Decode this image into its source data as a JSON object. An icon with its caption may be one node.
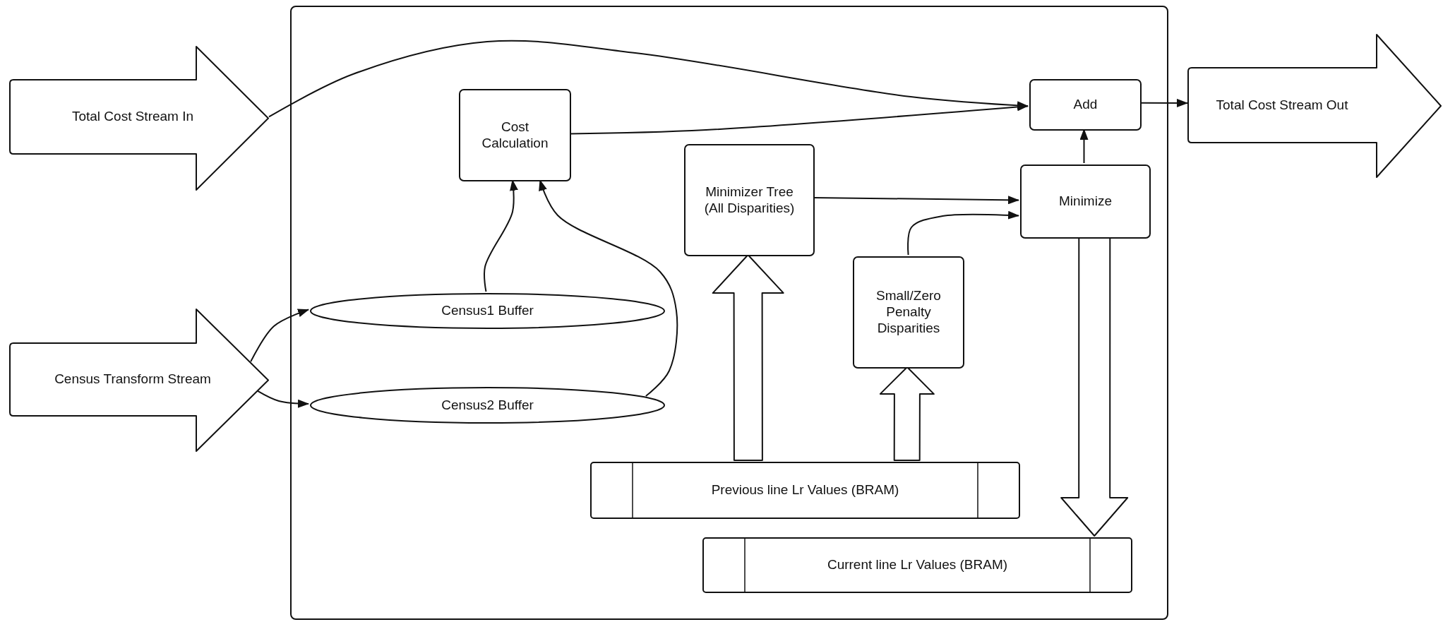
{
  "diagram": {
    "nodes": [
      {
        "text": [],
        "shape": "box"
      },
      {
        "text": [
          "Total Cost Stream In"
        ]
      },
      {
        "text": [
          "Cost Calculation"
        ],
        "in": 0
      },
      {
        "text": [
          "Add"
        ],
        "in": 0
      },
      {
        "text": [
          "Total Cost Stream Out"
        ]
      },
      {
        "text": [
          "Minimizer Tree (All Disparities)"
        ],
        "in": 0
      },
      {
        "text": [
          "Minimize"
        ],
        "in": 0
      },
      {
        "text": [
          "Small/Zero Penalty Disparities"
        ],
        "in": 0
      },
      {
        "text": [
          "Census1 Buffer"
        ],
        "in": 0
      },
      {
        "text": [
          "Census Transform Stream"
        ]
      },
      {
        "text": [
          "Census2 Buffer"
        ],
        "in": 0
      },
      {
        "text": [
          "Previous line Lr Values (BRAM)"
        ],
        "in": 0
      },
      {
        "text": [
          "Current line Lr Values (BRAM)"
        ],
        "in": 0
      }
    ],
    "edges": [
      {
        "from": 1,
        "to": 3,
        "arrow": "to"
      },
      {
        "from": 2,
        "to": 3,
        "arrow": "to"
      },
      {
        "from": 9,
        "to": 8,
        "arrow": "to"
      },
      {
        "from": 9,
        "to": 10,
        "arrow": "to"
      },
      {
        "from": 8,
        "to": 2,
        "arrow": "to"
      },
      {
        "from": 10,
        "to": 2,
        "arrow": "to"
      },
      {
        "from": 5,
        "to": 6,
        "arrow": "to"
      },
      {
        "from": 7,
        "to": 6,
        "arrow": "to"
      },
      {
        "from": 6,
        "to": 3,
        "arrow": "to"
      },
      {
        "from": 3,
        "to": 4,
        "arrow": "to"
      },
      {
        "from": 11,
        "to": 5,
        "arrow": "to",
        "style": "thick"
      },
      {
        "from": 11,
        "to": 7,
        "arrow": "to",
        "style": "thick"
      },
      {
        "from": 6,
        "to": 12,
        "arrow": "to",
        "style": "thick"
      }
    ]
  }
}
